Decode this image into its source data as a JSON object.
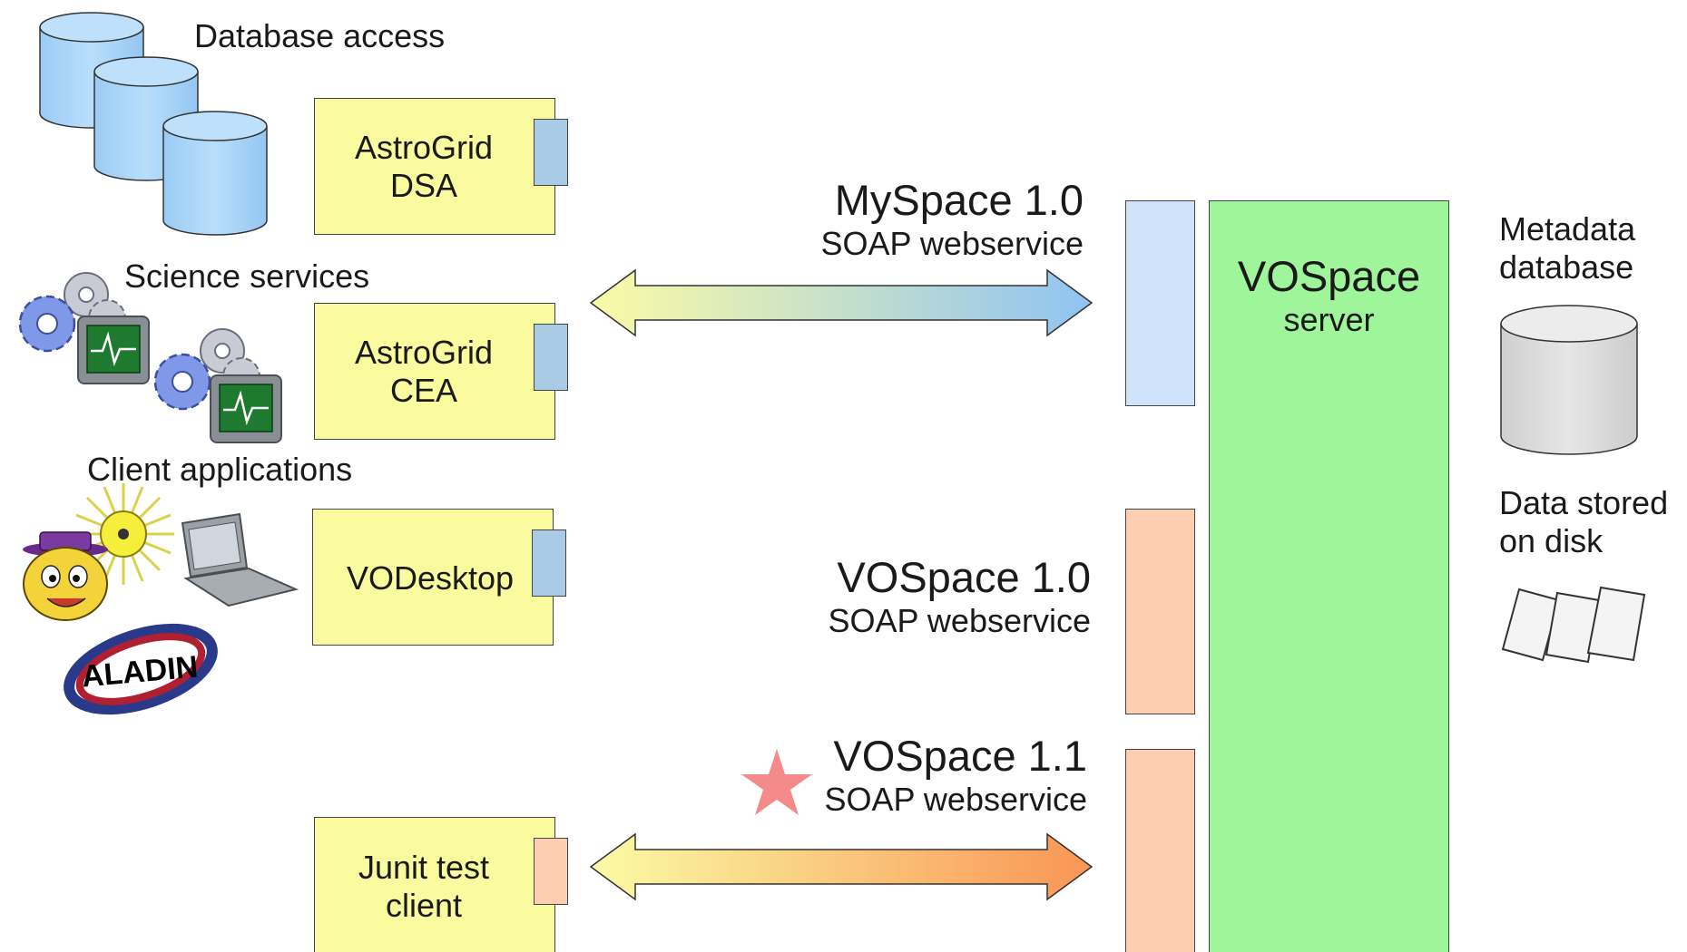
{
  "labels": {
    "database_access": "Database access",
    "science_services": "Science services",
    "client_applications": "Client applications",
    "metadata_database": "Metadata\ndatabase",
    "data_stored_on_disk": "Data stored\non disk"
  },
  "components": {
    "dsa": "AstroGrid\nDSA",
    "cea": "AstroGrid\nCEA",
    "vodesktop": "VODesktop",
    "junit": "Junit test\nclient"
  },
  "server": {
    "title": "VOSpace",
    "subtitle": "server"
  },
  "protocols": {
    "myspace": {
      "title": "MySpace 1.0",
      "subtitle": "SOAP webservice"
    },
    "vospace10": {
      "title": "VOSpace 1.0",
      "subtitle": "SOAP webservice"
    },
    "vospace11": {
      "title": "VOSpace 1.1",
      "subtitle": "SOAP webservice"
    }
  },
  "logo_text": "ALADIN",
  "colors": {
    "component_fill": "#fafa9e",
    "server_fill": "#9ef59a",
    "myspace_interface": "#cfe3fb",
    "vospace_interface": "#fdcfb0",
    "database_fill": "#a8d4f8",
    "metadata_fill": "#d9d9d9",
    "star": "#f58a8a"
  },
  "icons": [
    "database-stack-icon",
    "gear-monitor-icon",
    "sun-icon",
    "cat-mascot-icon",
    "laptop-icon",
    "aladin-logo-icon",
    "database-cylinder-icon",
    "documents-icon",
    "star-icon"
  ]
}
